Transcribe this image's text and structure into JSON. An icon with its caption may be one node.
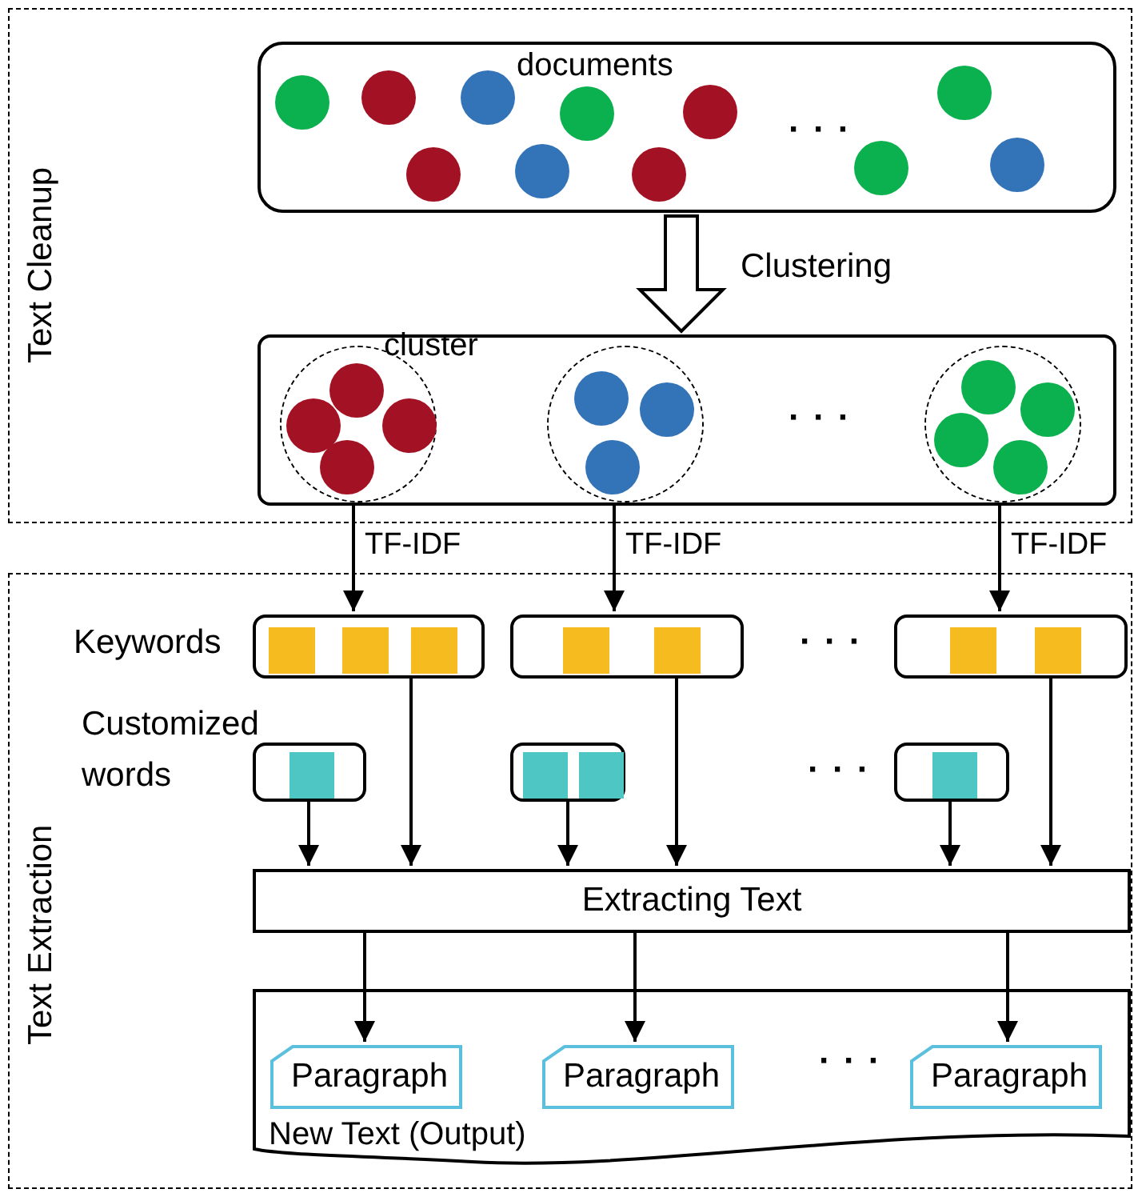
{
  "diagram": {
    "nodes": [
      {
        "text": [
          "Text Cleanup"
        ]
      },
      {
        "text": [
          "documents"
        ],
        "in": 0
      },
      {
        "text": [],
        "shape": "circle",
        "in": 1
      },
      {
        "text": [],
        "shape": "circle",
        "in": 1
      },
      {
        "text": [],
        "shape": "circle",
        "in": 1
      },
      {
        "text": [],
        "shape": "circle",
        "in": 1
      },
      {
        "text": [],
        "shape": "circle",
        "in": 1
      },
      {
        "text": [],
        "shape": "circle",
        "in": 1
      },
      {
        "text": [],
        "shape": "circle",
        "in": 1
      },
      {
        "text": [],
        "shape": "circle",
        "in": 1
      },
      {
        "text": [],
        "shape": "circle",
        "in": 1
      },
      {
        "text": [],
        "shape": "circle",
        "in": 1
      },
      {
        "text": [],
        "shape": "circle",
        "in": 1
      },
      {
        "text": [],
        "shape": "box",
        "in": 0
      },
      {
        "text": [
          "cluster"
        ],
        "in": 13
      },
      {
        "text": [],
        "shape": "circle",
        "in": 14
      },
      {
        "text": [],
        "shape": "circle",
        "in": 14
      },
      {
        "text": [],
        "shape": "circle",
        "in": 14
      },
      {
        "text": [],
        "shape": "circle",
        "in": 14
      },
      {
        "text": [],
        "shape": "circle",
        "in": 13
      },
      {
        "text": [],
        "shape": "circle",
        "in": 19
      },
      {
        "text": [],
        "shape": "circle",
        "in": 19
      },
      {
        "text": [],
        "shape": "circle",
        "in": 19
      },
      {
        "text": [],
        "shape": "circle",
        "in": 13
      },
      {
        "text": [],
        "shape": "circle",
        "in": 23
      },
      {
        "text": [],
        "shape": "circle",
        "in": 23
      },
      {
        "text": [],
        "shape": "circle",
        "in": 23
      },
      {
        "text": [],
        "shape": "circle",
        "in": 23
      },
      {
        "text": [
          "Text Extraction"
        ]
      },
      {
        "text": [],
        "shape": "box",
        "in": 28,
        "beside": [
          "Keywords"
        ]
      },
      {
        "text": [],
        "shape": "box",
        "in": 29
      },
      {
        "text": [],
        "shape": "box",
        "in": 29
      },
      {
        "text": [],
        "shape": "box",
        "in": 29
      },
      {
        "text": [],
        "shape": "box",
        "in": 28
      },
      {
        "text": [],
        "shape": "box",
        "in": 33
      },
      {
        "text": [],
        "shape": "box",
        "in": 33
      },
      {
        "text": [],
        "shape": "box",
        "in": 28
      },
      {
        "text": [],
        "shape": "box",
        "in": 36
      },
      {
        "text": [],
        "shape": "box",
        "in": 36
      },
      {
        "text": [],
        "shape": "box",
        "in": 28,
        "beside": [
          "Customized words"
        ]
      },
      {
        "text": [],
        "shape": "box",
        "in": 39
      },
      {
        "text": [],
        "shape": "box",
        "in": 28
      },
      {
        "text": [],
        "shape": "box",
        "in": 41
      },
      {
        "text": [],
        "shape": "box",
        "in": 41
      },
      {
        "text": [],
        "shape": "box",
        "in": 28
      },
      {
        "text": [],
        "shape": "box",
        "in": 44
      },
      {
        "text": [
          "Extracting Text"
        ],
        "in": 28
      },
      {
        "text": [
          "New Text (Output)"
        ],
        "in": 28
      },
      {
        "text": [
          "Paragraph"
        ],
        "in": 47
      },
      {
        "text": [
          "Paragraph"
        ],
        "in": 47
      },
      {
        "text": [
          "Paragraph"
        ],
        "in": 47
      }
    ],
    "edges": [
      {
        "from": 1,
        "to": 13,
        "arrow": "to",
        "label": "Clustering",
        "style": "thick"
      },
      {
        "from": 13,
        "to": 29,
        "arrow": "to",
        "label": "TF-IDF"
      },
      {
        "from": 13,
        "to": 33,
        "arrow": "to",
        "label": "TF-IDF"
      },
      {
        "from": 13,
        "to": 36,
        "arrow": "to",
        "label": "TF-IDF"
      },
      {
        "from": 39,
        "to": 46,
        "arrow": "to"
      },
      {
        "from": 29,
        "to": 46,
        "arrow": "to"
      },
      {
        "from": 41,
        "to": 46,
        "arrow": "to"
      },
      {
        "from": 33,
        "to": 46,
        "arrow": "to"
      },
      {
        "from": 44,
        "to": 46,
        "arrow": "to"
      },
      {
        "from": 36,
        "to": 46,
        "arrow": "to"
      },
      {
        "from": 46,
        "to": 48,
        "arrow": "to"
      },
      {
        "from": 46,
        "to": 49,
        "arrow": "to"
      },
      {
        "from": 46,
        "to": 50,
        "arrow": "to"
      }
    ],
    "labels": [
      "· · ·",
      "· · ·",
      "· · ·",
      "· · ·",
      "· · ·"
    ]
  }
}
